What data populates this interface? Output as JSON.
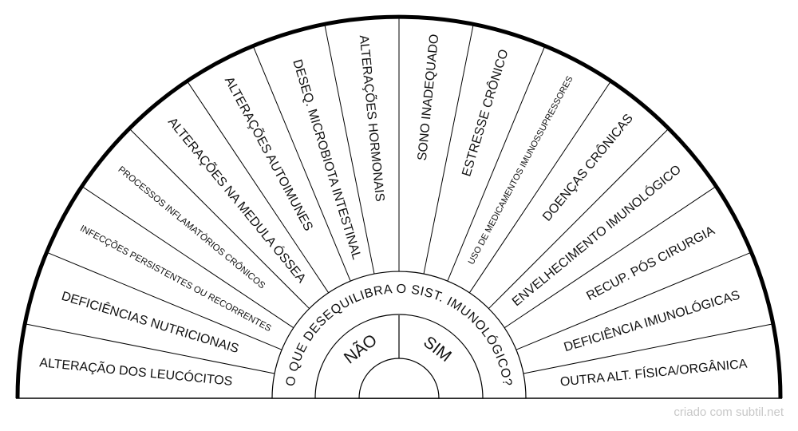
{
  "segments": [
    "ALTERAÇÃO DOS LEUCÓCITOS",
    "DEFICIÊNCIAS NUTRICIONAIS",
    "INFECÇÕES PERSISTENTES OU RECORRENTES",
    "PROCESSOS INFLAMATÓRIOS CRÔNICOS",
    "ALTERAÇÕES NA MEDULA ÓSSEA",
    "ALTERAÇÕES AUTOIMUNES",
    "DESEQ. MICROBIOTA INTESTINAL",
    "ALTERAÇÕES HORMONAIS",
    "SONO INADEQUADO",
    "ESTRESSE CRÔNICO",
    "USO DE MEDICAMENTOS IMUNOSSUPRESSORES",
    "DOENÇAS CRÔNICAS",
    "ENVELHECIMENTO IMUNOLÓGICO",
    "RECUP. PÓS CIRURGIA",
    "DEFICIÊNCIA IMUNOLÓGICAS",
    "OUTRA ALT. FÍSICA/ORGÂNICA"
  ],
  "question": "O QUE DESEQUILIBRA O SIST. IMUNOLÓGICO?",
  "answers": {
    "no": "NÃO",
    "yes": "SIM"
  },
  "footer": "criado com subtil.net"
}
